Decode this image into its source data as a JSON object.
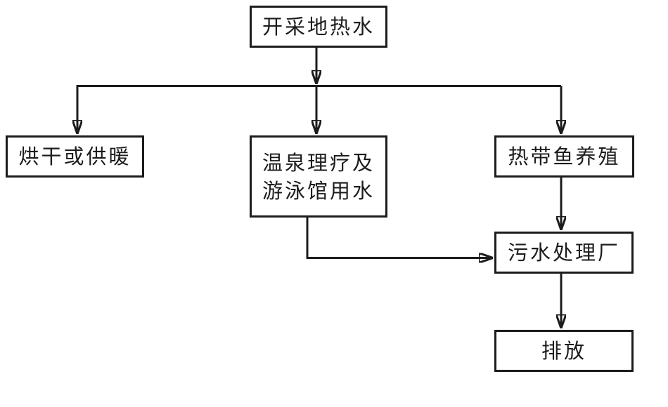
{
  "diagram": {
    "type": "flowchart",
    "background": "#ffffff",
    "line_color": "#1c1c1c",
    "nodes": {
      "extract": {
        "label": "开采地热水"
      },
      "drying": {
        "label": "烘干或供暖"
      },
      "spa": {
        "line1": "温泉理疗及",
        "line2": "游泳馆用水"
      },
      "fish": {
        "label": "热带鱼养殖"
      },
      "sewage": {
        "label": "污水处理厂"
      },
      "discharge": {
        "label": "排放"
      }
    },
    "edges": [
      {
        "from": "开采地热水",
        "to": "烘干或供暖"
      },
      {
        "from": "开采地热水",
        "to": "温泉理疗及游泳馆用水"
      },
      {
        "from": "开采地热水",
        "to": "热带鱼养殖"
      },
      {
        "from": "温泉理疗及游泳馆用水",
        "to": "污水处理厂"
      },
      {
        "from": "热带鱼养殖",
        "to": "污水处理厂"
      },
      {
        "from": "污水处理厂",
        "to": "排放"
      }
    ]
  }
}
